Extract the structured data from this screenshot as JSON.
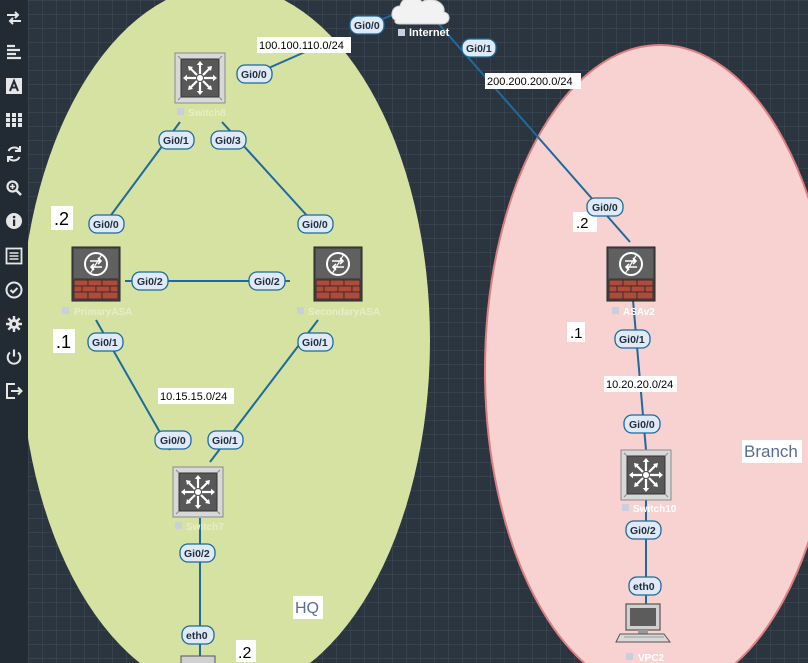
{
  "sidebar": {
    "items": [
      {
        "icon": "swap-arrows-icon"
      },
      {
        "icon": "align-left-icon"
      },
      {
        "icon": "text-a-icon"
      },
      {
        "icon": "grid-icon"
      },
      {
        "icon": "refresh-icon"
      },
      {
        "icon": "zoom-icon"
      },
      {
        "icon": "info-icon"
      },
      {
        "icon": "list-icon"
      },
      {
        "icon": "check-circle-icon"
      },
      {
        "icon": "settings-icon"
      },
      {
        "icon": "power-icon"
      },
      {
        "icon": "logout-icon"
      }
    ]
  },
  "zones": {
    "hq": "HQ",
    "branch": "Branch"
  },
  "colors": {
    "hq_fill": "#d5e2a1",
    "branch_fill": "#f8d1d1",
    "branch_stroke": "#de8083",
    "link": "#1c6a9e",
    "canvas_bg": "#2b3540"
  },
  "nodes": {
    "internet": "Internet",
    "switch8": "Switch8",
    "primary_asa": "PrimaryASA",
    "secondary_asa": "SecondaryASA",
    "switch7": "Switch7",
    "asav2": "ASAv2",
    "switch10": "Switch10",
    "vpc2": "VPC2"
  },
  "networks": {
    "net_internet_sw8": "100.100.110.0/24",
    "net_internet_asav2": "200.200.200.0/24",
    "net_hq_inside": "10.15.15.0/24",
    "net_branch_inside": "10.20.20.0/24"
  },
  "addresses": {
    "primary_outside": ".2",
    "primary_inside": ".1",
    "asav2_outside": ".2",
    "asav2_inside": ".1",
    "pc_hq": ".2"
  },
  "ports": {
    "internet_gi00": "Gi0/0",
    "internet_gi01": "Gi0/1",
    "sw8_gi00": "Gi0/0",
    "sw8_gi01": "Gi0/1",
    "sw8_gi03": "Gi0/3",
    "pasa_gi00": "Gi0/0",
    "pasa_gi02": "Gi0/2",
    "pasa_gi01": "Gi0/1",
    "sasa_gi00": "Gi0/0",
    "sasa_gi02": "Gi0/2",
    "sasa_gi01": "Gi0/1",
    "sw7_gi00": "Gi0/0",
    "sw7_gi01": "Gi0/1",
    "sw7_gi02": "Gi0/2",
    "pc_eth0": "eth0",
    "asav2_gi00": "Gi0/0",
    "asav2_gi01": "Gi0/1",
    "sw10_gi00": "Gi0/0",
    "sw10_gi02": "Gi0/2",
    "vpc2_eth0": "eth0"
  }
}
